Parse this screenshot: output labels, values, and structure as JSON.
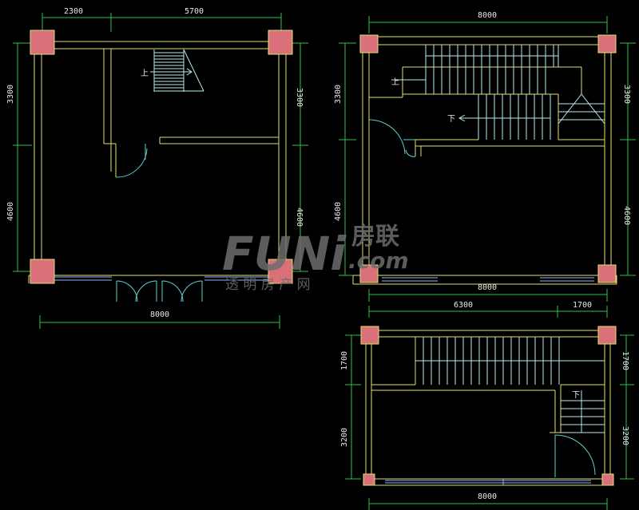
{
  "plans": [
    {
      "dims": {
        "top_left": "2300",
        "top_right": "5700",
        "bottom": "8000",
        "left_upper": "3300",
        "left_lower": "4600",
        "right_upper": "3300",
        "right_lower": "4600"
      },
      "labels": {
        "stair_up": "上"
      }
    },
    {
      "dims": {
        "top": "8000",
        "left_upper": "3300",
        "left_lower": "4600",
        "right_upper": "3300",
        "right_lower": "4600",
        "bottom_total": "8000",
        "bottom_left": "6300",
        "bottom_right": "1700"
      },
      "labels": {
        "stair_up": "上",
        "stair_down": "下"
      }
    },
    {
      "dims": {
        "left_upper": "1700",
        "left_lower": "3200",
        "right_upper": "1700",
        "right_lower": "3200",
        "bottom": "8000"
      },
      "labels": {
        "stair_down": "下"
      }
    }
  ],
  "watermark": {
    "logo": "FUNi",
    "brand": "房联",
    "domain": ".com",
    "tagline": "透 明 房 产 网"
  },
  "colors": {
    "background": "#000000",
    "wall": "#e0e070",
    "column": "#d9707a",
    "dimension": "#2fbf4a",
    "stair": "#b8ecec",
    "door": "#5fd0d0",
    "window": "#8fb8ff",
    "text": "#e8e8e8"
  }
}
